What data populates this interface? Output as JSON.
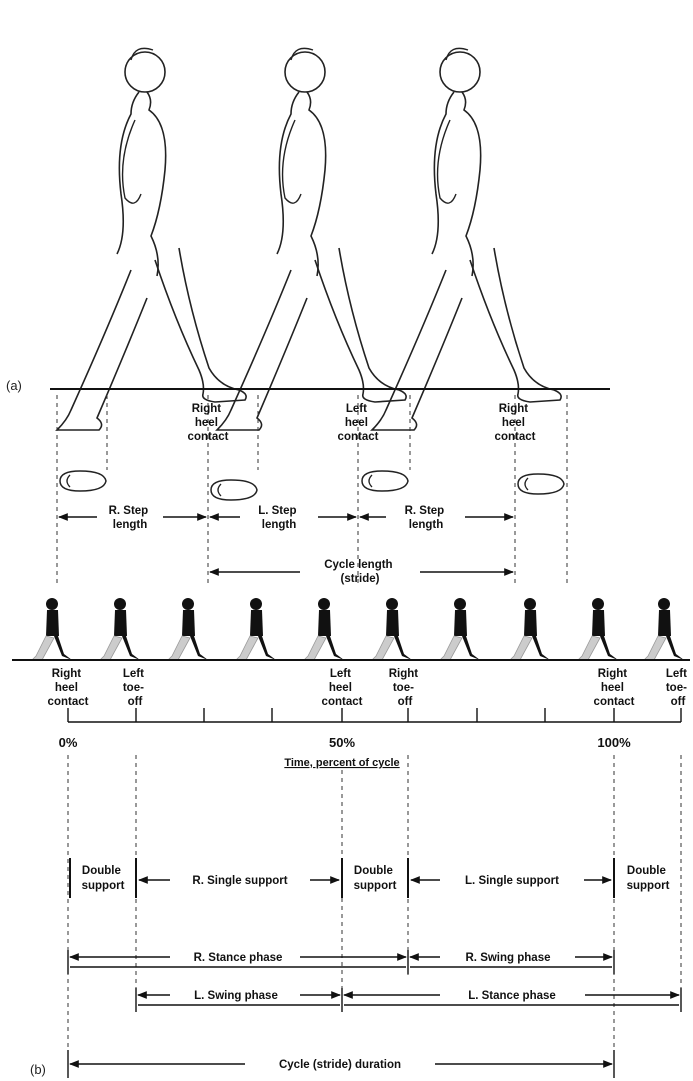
{
  "panel_a": {
    "label": "(a)",
    "events": [
      {
        "lines": [
          "Right",
          "heel",
          "contact"
        ]
      },
      {
        "lines": [
          "Left",
          "heel",
          "contact"
        ]
      },
      {
        "lines": [
          "Right",
          "heel",
          "contact"
        ]
      }
    ],
    "step_labels": [
      {
        "lines": [
          "R. Step",
          "length"
        ]
      },
      {
        "lines": [
          "L. Step",
          "length"
        ]
      },
      {
        "lines": [
          "R. Step",
          "length"
        ]
      }
    ],
    "cycle": {
      "lines": [
        "Cycle length",
        "(stride)"
      ]
    }
  },
  "panel_b": {
    "label": "(b)",
    "events": [
      {
        "lines": [
          "Right",
          "heel",
          "contact"
        ]
      },
      {
        "lines": [
          "Left",
          "toe-",
          "off"
        ]
      },
      {
        "lines": [
          "Left",
          "heel",
          "contact"
        ]
      },
      {
        "lines": [
          "Right",
          "toe-",
          "off"
        ]
      },
      {
        "lines": [
          "Right",
          "heel",
          "contact"
        ]
      },
      {
        "lines": [
          "Left",
          "toe-",
          "off"
        ]
      }
    ],
    "percent_labels": [
      "0%",
      "50%",
      "100%"
    ],
    "time_caption": "Time, percent of cycle",
    "support": [
      {
        "lines": [
          "Double",
          "support"
        ]
      },
      {
        "lines": [
          "R. Single support"
        ]
      },
      {
        "lines": [
          "Double",
          "support"
        ]
      },
      {
        "lines": [
          "L. Single support"
        ]
      },
      {
        "lines": [
          "Double",
          "support"
        ]
      }
    ],
    "phases": {
      "r_stance": "R. Stance phase",
      "r_swing": "R. Swing phase",
      "l_swing": "L. Swing phase",
      "l_stance": "L. Stance phase",
      "cycle_duration": "Cycle (stride) duration"
    }
  }
}
